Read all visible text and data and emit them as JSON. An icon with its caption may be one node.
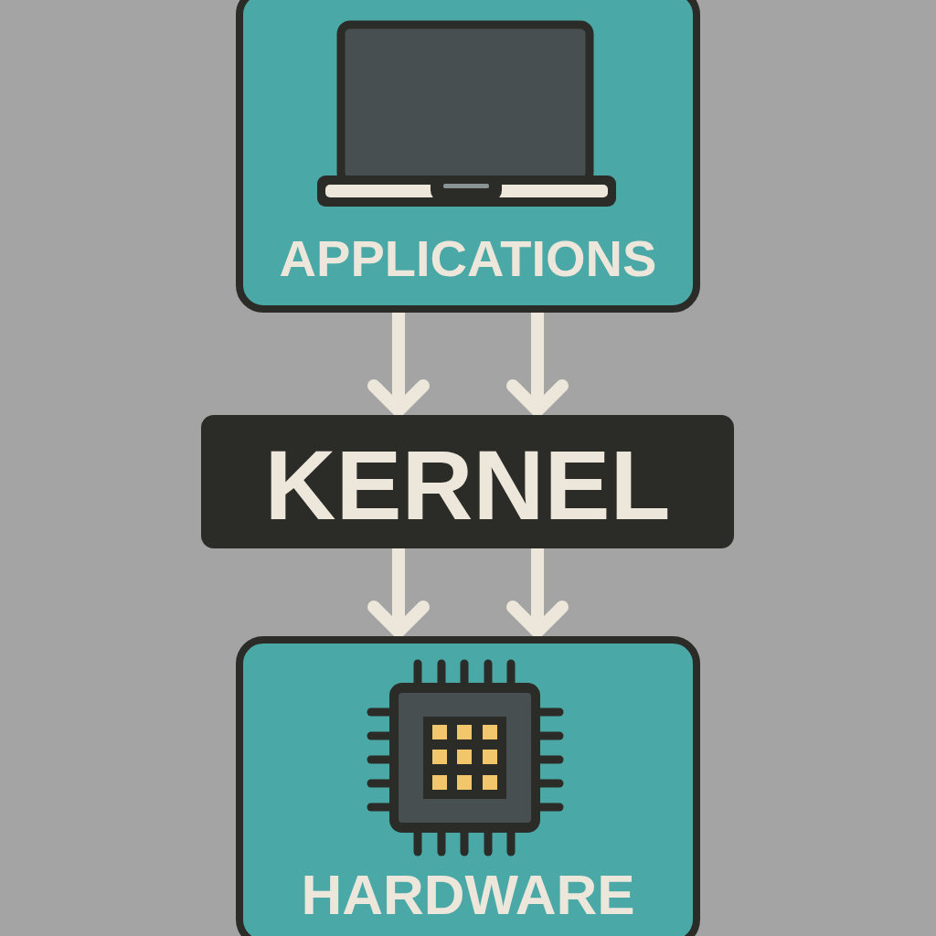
{
  "diagram": {
    "nodes": [
      {
        "text": [
          "APPLICATIONS"
        ]
      },
      {
        "text": [
          "KERNEL"
        ]
      },
      {
        "text": [
          "HARDWARE"
        ]
      }
    ],
    "edges": [
      {
        "from": 0,
        "to": 1,
        "arrow": "to"
      },
      {
        "from": 0,
        "to": 1,
        "arrow": "to"
      },
      {
        "from": 1,
        "to": 2,
        "arrow": "to"
      },
      {
        "from": 1,
        "to": 2,
        "arrow": "to"
      }
    ]
  }
}
